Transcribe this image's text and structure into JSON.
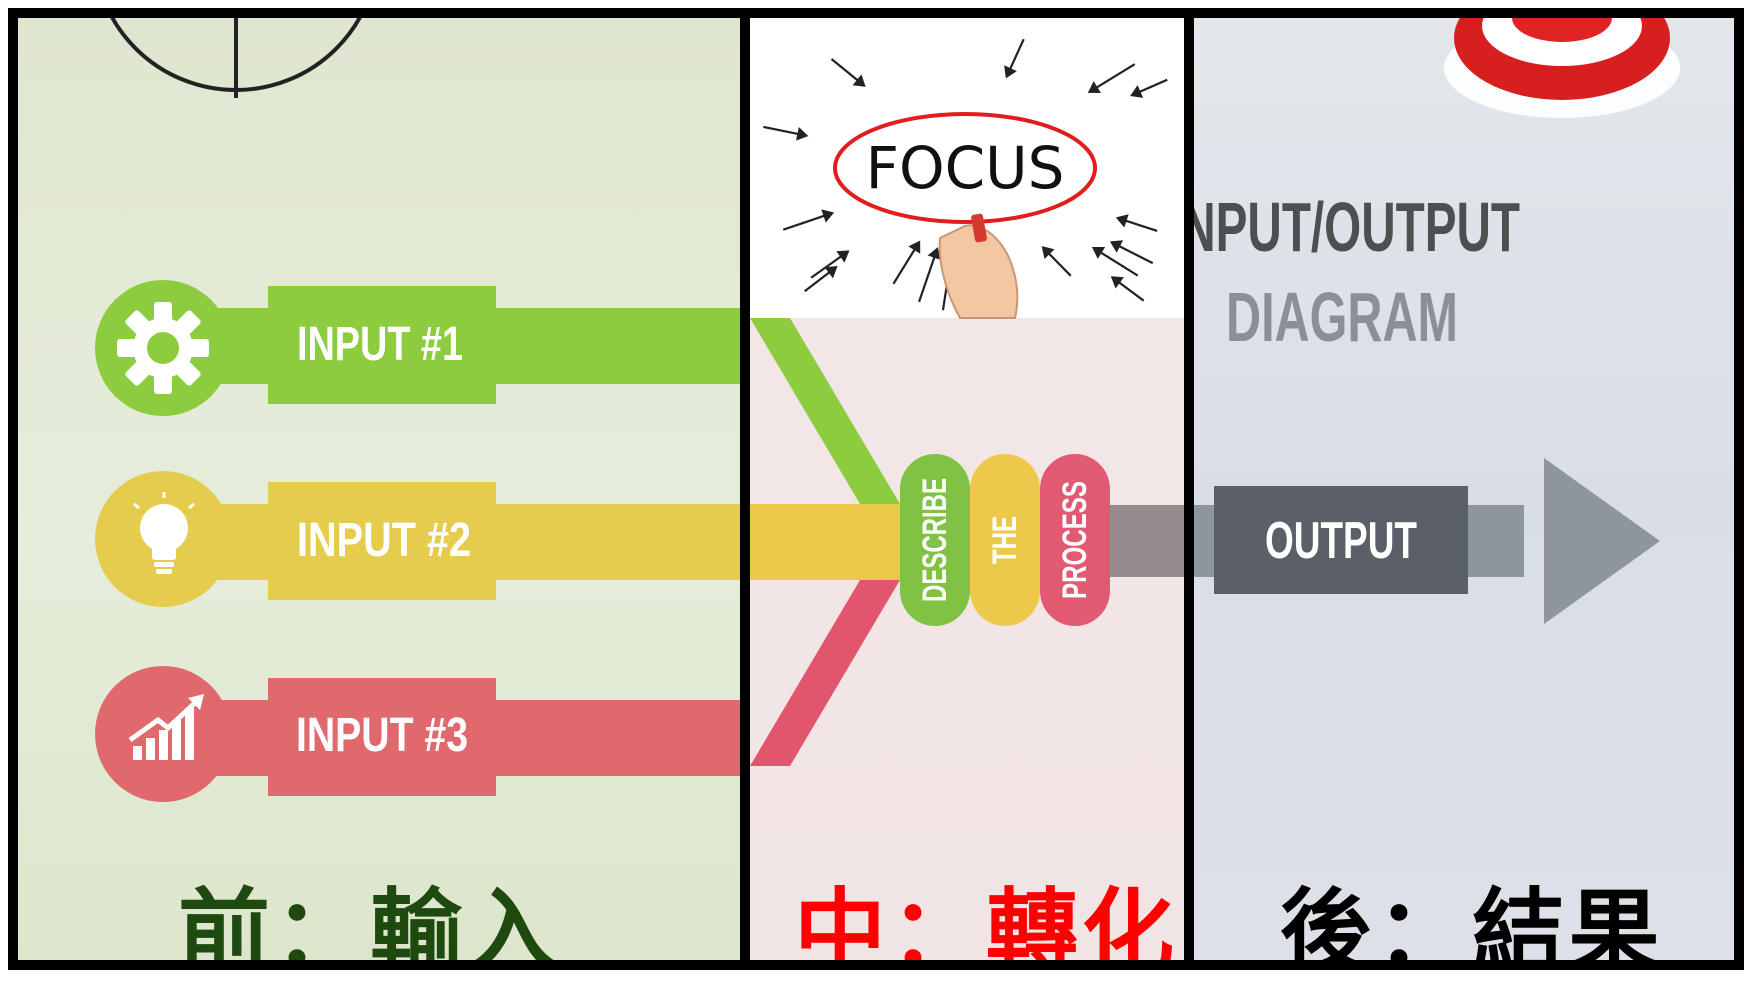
{
  "inputs": [
    {
      "label": "INPUT #1",
      "color": "#8ccc3e",
      "icon": "gear-icon"
    },
    {
      "label": "INPUT #2",
      "color": "#e6cc4c",
      "icon": "lightbulb-icon"
    },
    {
      "label": "INPUT #3",
      "color": "#e0696d",
      "icon": "growth-chart-icon"
    }
  ],
  "process": {
    "words": [
      "DESCRIBE",
      "THE",
      "PROCESS"
    ],
    "colors": [
      "#7fc244",
      "#ecc94b",
      "#e25a72"
    ]
  },
  "focus": {
    "text": "FOCUS"
  },
  "output": {
    "label": "OUTPUT",
    "box_color": "#5b6068",
    "arrow_color": "#8d969e"
  },
  "title": {
    "line1": "INPUT/OUTPUT",
    "line2": "DIAGRAM"
  },
  "captions": {
    "left": {
      "text": "前：輸入",
      "color": "#1f4a0f"
    },
    "middle": {
      "text": "中：轉化",
      "color": "#ff0000"
    },
    "right": {
      "text": "後：結果",
      "color": "#000000"
    }
  }
}
